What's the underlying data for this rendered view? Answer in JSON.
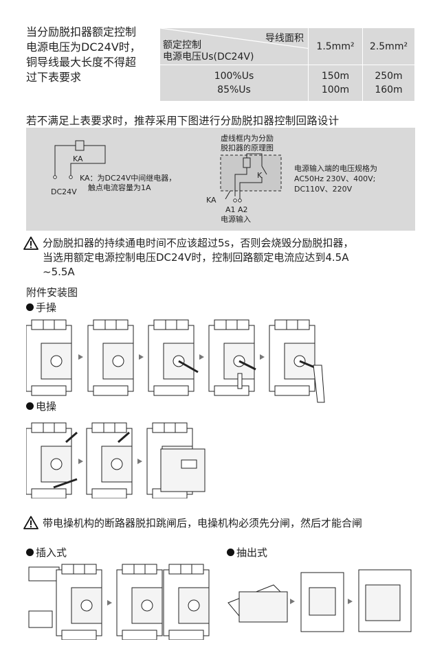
{
  "intro": {
    "lines": [
      "当分励脱扣器额定控制",
      "电源电压为DC24V时，",
      "铜导线最大长度不得超",
      "过下表要求"
    ]
  },
  "wire_table": {
    "header_top": "导线面积",
    "header_left_line1": "额定控制",
    "header_left_line2": "电源电压Us(DC24V)",
    "columns": [
      "1.5mm²",
      "2.5mm²"
    ],
    "rows": [
      {
        "label": "100%Us",
        "values": [
          "150m",
          "250m"
        ]
      },
      {
        "label": "85%Us",
        "values": [
          "100m",
          "160m"
        ]
      }
    ]
  },
  "subtitle": "若不满足上表要求时，推荐采用下图进行分励脱扣器控制回路设计",
  "circuit": {
    "ka_label": "KA",
    "ka_note_line1": "KA：为DC24V中间继电器，",
    "ka_note_line2": "触点电流容量为1A",
    "dc_label": "DC24V",
    "box_label_line1": "虚线框内为分励",
    "box_label_line2": "脱扣器的原理图",
    "k_label": "K",
    "ka_label2": "KA",
    "a_labels": "A1 A2",
    "power_input": "电源输入",
    "spec_line1": "电源输入端的电压规格为",
    "spec_line2": "AC50Hz 230V、400V;",
    "spec_line3": "DC110V、220V"
  },
  "warning1": {
    "line1": "分励脱扣器的持续通电时间不应该超过5s，否则会烧毁分励脱扣器，",
    "line2": "当选用额定电源控制电压DC24V时，控制回路额定电流应达到4.5A",
    "line3": "~5.5A"
  },
  "accessory_title": "附件安装图",
  "manual_label": "手操",
  "electric_label": "电操",
  "warning2": "带电操机构的断路器脱扣跳闸后，电操机构必须先分闸，然后才能合闸",
  "plugin_label": "插入式",
  "drawout_label": "抽出式",
  "colors": {
    "panel_gray": "#d9d9d9",
    "text": "#222222"
  }
}
